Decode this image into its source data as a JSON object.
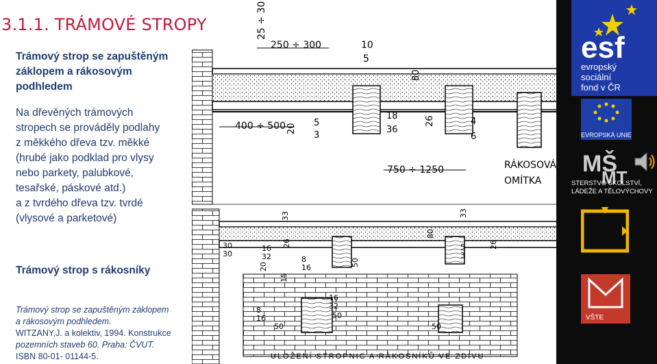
{
  "slide": {
    "title": "3.1.1.  TRÁMOVÉ STROPY",
    "heading1_lines": [
      "Trámový strop se zapuštěným",
      "záklopem a rákosovým",
      "podhledem"
    ],
    "paragraph_lines": [
      "Na dřevěných trámových",
      "stropech se prováděly podlahy",
      "z měkkého dřeva tzv. měkké",
      "(hrubé jako podklad pro vlysy",
      "nebo parkety, palubkové,",
      "tesařské, páskové atd.)",
      "a z tvrdého dřeva tzv. tvrdé",
      "(vlysové a parketové)"
    ],
    "heading2": "Trámový strop s rákosníky",
    "caption": {
      "line1": "Trámový strop se zapuštěným záklopem",
      "line2": "a rákosovým podhledem.",
      "line3": "WITZANY,J. a kolektiv, 1994. Konstrukce",
      "line4": "pozemních staveb 60. Praha: ČVUT.",
      "line5": "ISBN 80-01- 01144-5."
    }
  },
  "drawing": {
    "dims_top": [
      "25 ÷ 30",
      "250 ÷ 300",
      "10",
      "5",
      "80",
      "18",
      "36",
      "26",
      "4",
      "6"
    ],
    "dims_mid": [
      "400 ÷ 500",
      "20",
      "5",
      "3",
      "750 ÷ 1250"
    ],
    "label_rakosova": "RÁKOSOVÁ",
    "label_omitka": "OMÍTKA",
    "dims_lower": [
      "33",
      "30",
      "30",
      "16",
      "32",
      "26",
      "8",
      "16",
      "20",
      "15",
      "50",
      "80",
      "5",
      "3",
      "26",
      "33"
    ],
    "dims_bottom": [
      "16",
      "32",
      "8",
      "16",
      "50",
      "50",
      "50"
    ],
    "bottom_caption": "ULOŽENÍ  STROPNIC  A  RÁKOSNÍKŮ  VE  ZDIVU"
  },
  "logos": {
    "esf_lines": [
      "evropský",
      "sociální",
      "fond v ČR"
    ],
    "eu_label": "EVROPSKÁ UNIE",
    "ministry_lines": [
      "STERSTVO ŠKOLSTVÍ,",
      "LÁDEŽE A TĚLOVÝCHOVY"
    ],
    "vste_label": "VŠTE",
    "colors": {
      "esf_blue": "#1e3aa6",
      "eu_yellow": "#f5d000",
      "op_yellow": "#f0b400",
      "vste_red": "#c43a2a"
    }
  }
}
